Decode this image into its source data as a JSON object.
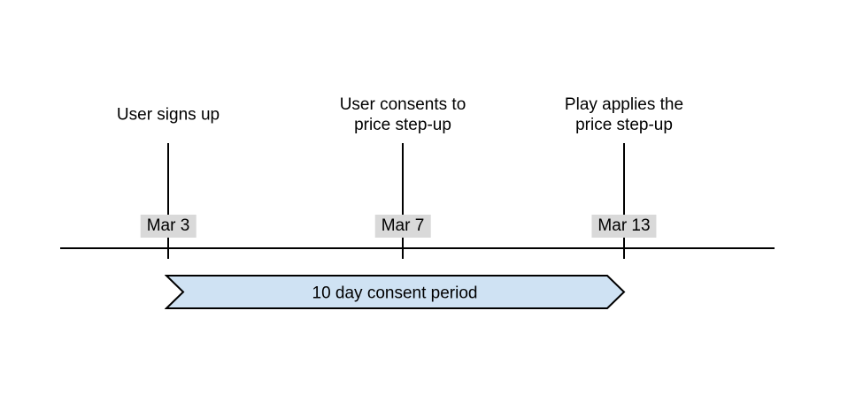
{
  "diagram": {
    "type": "timeline",
    "events": [
      {
        "label": "User signs up",
        "date": "Mar 3"
      },
      {
        "label": "User consents to\nprice step-up",
        "date": "Mar 7"
      },
      {
        "label": "Play applies the\nprice step-up",
        "date": "Mar 13"
      }
    ],
    "period_banner": {
      "label": "10 day consent period"
    },
    "colors": {
      "background": "#ffffff",
      "line": "#000000",
      "date_badge_bg": "#d9d9d9",
      "banner_fill": "#cfe2f3",
      "banner_border": "#000000",
      "text": "#000000"
    }
  }
}
